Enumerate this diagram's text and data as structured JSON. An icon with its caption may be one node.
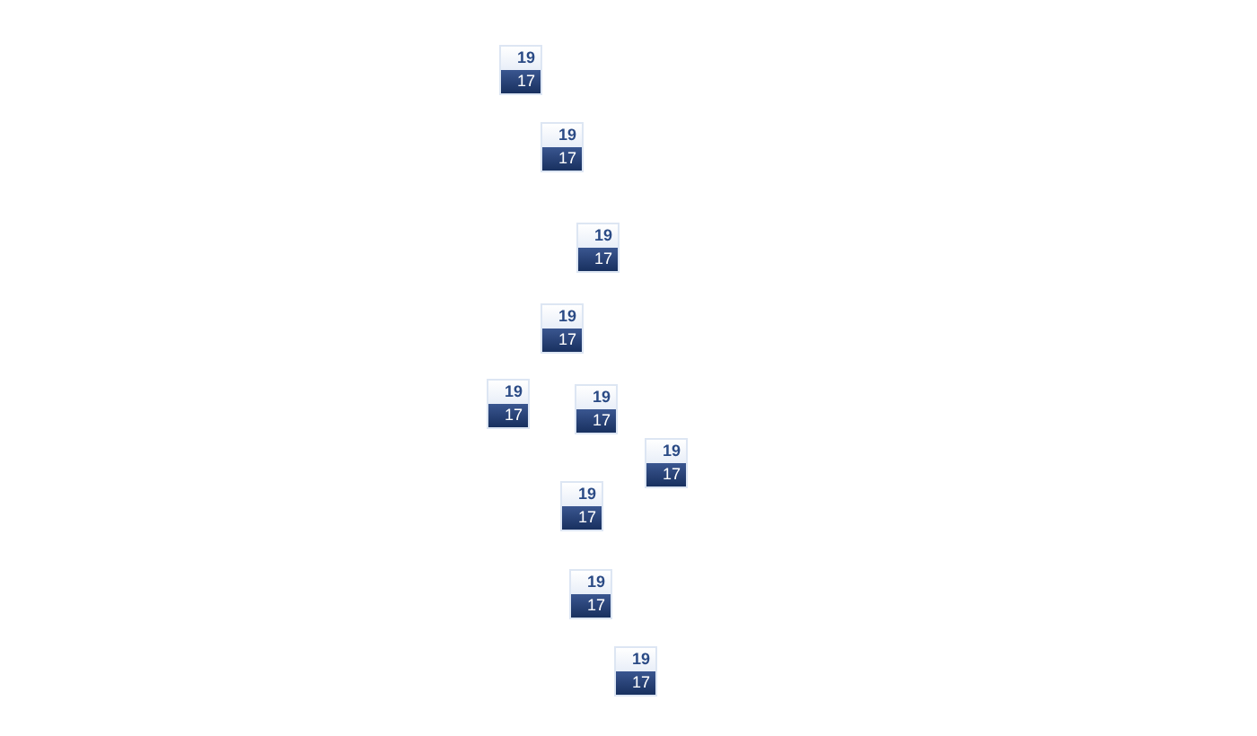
{
  "diagram": {
    "nodes": [
      {
        "text": [
          "19",
          "17"
        ]
      },
      {
        "text": [
          "19",
          "17"
        ]
      },
      {
        "text": [
          "19",
          "17"
        ]
      },
      {
        "text": [
          "19",
          "17"
        ]
      },
      {
        "text": [
          "19",
          "17"
        ]
      },
      {
        "text": [
          "19",
          "17"
        ]
      },
      {
        "text": [
          "19",
          "17"
        ]
      },
      {
        "text": [
          "19",
          "17"
        ]
      },
      {
        "text": [
          "19",
          "17"
        ]
      },
      {
        "text": [
          "19",
          "17"
        ]
      }
    ]
  }
}
